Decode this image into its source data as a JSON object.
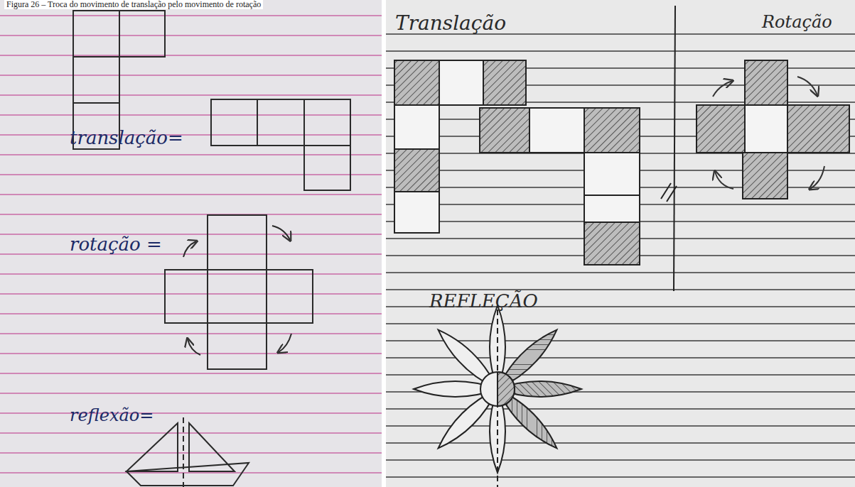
{
  "diagram": {
    "caption": "Figura 26 – Troca do movimento de translação pelo movimento de rotação",
    "labels": [
      "translação=",
      "rotação =",
      "reflexão=",
      "Translação",
      "Rotação",
      "REFLEÇÃO"
    ]
  }
}
